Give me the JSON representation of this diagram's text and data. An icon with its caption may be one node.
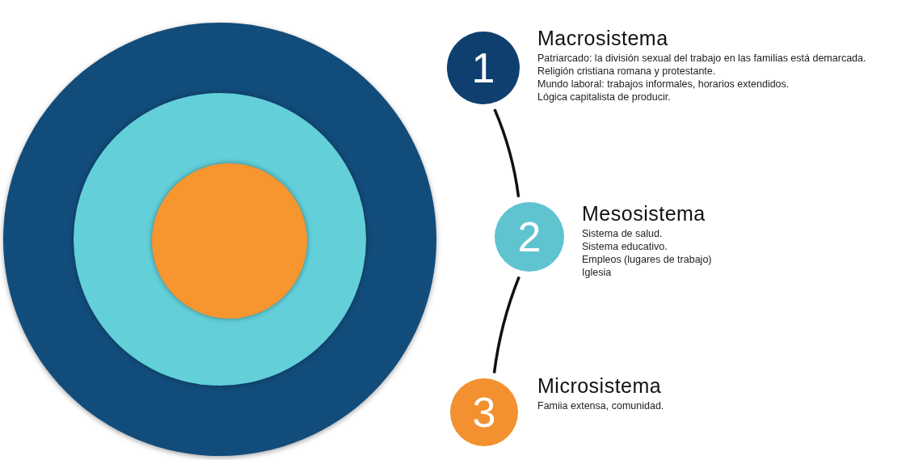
{
  "diagram": {
    "nodes": [
      {
        "text": [],
        "shape": "circle"
      },
      {
        "text": [],
        "shape": "circle",
        "in": 0
      },
      {
        "text": [],
        "shape": "circle",
        "in": 1
      },
      {
        "text": [
          "1"
        ],
        "beside": [
          "Macrosistema",
          "Patriarcado: la división sexual del trabajo en las familias está demarcada.",
          "Religión cristiana romana y protestante.",
          "Mundo laboral: trabajos informales, horarios extendidos.",
          "Lógica capitalista de producir."
        ]
      },
      {
        "text": [
          "2"
        ],
        "beside": [
          "Mesosistema",
          "Sistema de salud.",
          "Sistema educativo.",
          "Empleos (lugares de trabajo)",
          "Iglesia"
        ]
      },
      {
        "text": [
          "3"
        ],
        "beside": [
          "Microsistema",
          "Famiia extensa, comunidad."
        ]
      }
    ],
    "edges": [
      {
        "from": 3,
        "to": 4,
        "arrow": "none"
      },
      {
        "from": 4,
        "to": 5,
        "arrow": "none"
      }
    ]
  }
}
